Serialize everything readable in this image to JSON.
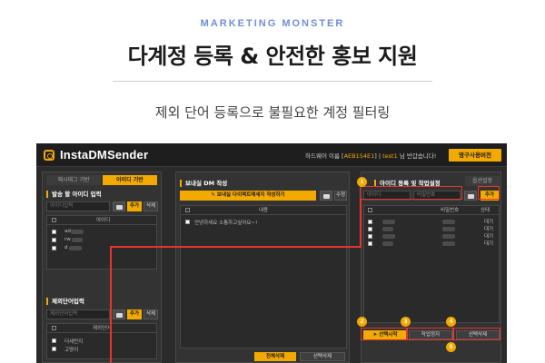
{
  "header": {
    "eyebrow": "MARKETING MONSTER",
    "headline": "다계정 등록 & 안전한 홍보 지원",
    "subline": "제외 단어 등록으로 불필요한 계정 필터링"
  },
  "app": {
    "logo": "InstaDMSender",
    "top_info": {
      "prefix": "하드웨어 이름 [",
      "hw": "AEB154E1",
      "mid": "] | ",
      "user": "test1",
      "suffix": " 님 반갑습니다!"
    },
    "perm_button": "영구사용버전",
    "left_panel": {
      "tabs": [
        "해시태그 기반",
        "아이디 기반"
      ],
      "active_tab": 1,
      "target_section": {
        "title": "발송 할 아이디 입력",
        "input_placeholder": "아이디입력",
        "add_label": "추가",
        "delete_label": "삭제",
        "col_header": "아이디",
        "rows": [
          "ad",
          "rw",
          "d"
        ]
      },
      "exclude_section": {
        "title": "제외단어입력",
        "input_placeholder": "제외단어입력",
        "add_label": "추가",
        "delete_label": "삭제",
        "col_header": "제외단어",
        "rows": [
          "더세먼지",
          "고양이"
        ]
      }
    },
    "middle_panel": {
      "title": "보내실 DM 작성",
      "write_button": "보내실 다이렉트메세지 작성하기",
      "save_label": "수정",
      "col_header": "내용",
      "rows": [
        "안녕하세요 소통하고싶어요~!"
      ],
      "delete_all": "전체삭제",
      "delete_selected": "선택삭제"
    },
    "right_panel": {
      "title": "아이디 등록 및 작업설정",
      "settings_tab": "옵션설정",
      "id_placeholder": "아이디",
      "pw_placeholder": "비밀번호",
      "add_label": "추가",
      "col_pw": "비밀번호",
      "col_status": "상태",
      "rows": [
        {
          "status": "대기"
        },
        {
          "status": "대기"
        },
        {
          "status": "대기"
        },
        {
          "status": "대기"
        }
      ],
      "start_button": "선택시작",
      "stop_button": "작업정지",
      "delete_selected": "선택삭제"
    },
    "badges": [
      "1",
      "2",
      "3",
      "4",
      "5"
    ],
    "colors": {
      "accent": "#f2a900",
      "highlight": "#e8342e",
      "background": "#2b2b2b"
    }
  }
}
